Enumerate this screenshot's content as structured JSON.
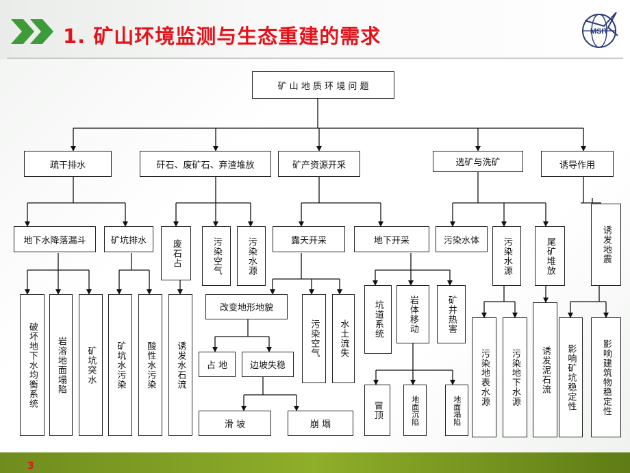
{
  "title": "1. 矿山环境监测与生态重建的需求",
  "logo_text": "MSIT",
  "page_number": "3",
  "colors": {
    "title": "#e4121b",
    "chevron": "#3f9a3a",
    "footer": "#7a9a22"
  },
  "diagram": {
    "root": "矿 山 地 质 环 境 问 题",
    "level1": {
      "drainage": "疏干排水",
      "waste": "矸石、废矿石、弃渣堆放",
      "mining": "矿产资源开采",
      "processing": "选矿与洗矿",
      "induced": "诱导作用"
    },
    "level2": {
      "groundwater_drop": "地下水降落漏斗",
      "pit_drain": "矿坑排水",
      "waste_occupy": "废石占",
      "air_pollution": "污染空气",
      "water_pollution": "污染水源",
      "open_pit": "露天开采",
      "underground": "地下开采",
      "water_body": "污染水体",
      "water_source": "污染水源",
      "tailings": "尾矿堆放",
      "induced_quake": "诱发地震"
    },
    "level3": {
      "destroy_system": "破坏地下水均衡系统",
      "karst": "岩溶地面塌陷",
      "water_inrush": "矿坑突水",
      "pit_water_pollution": "矿坑水污染",
      "acid_water": "酸性水污染",
      "debris_flow": "诱发水石流",
      "landform": "改变地形地貌",
      "open_air": "污染空气",
      "soil_loss": "水土流失",
      "tunnels": "坑道系统",
      "rock_move": "岩体移动",
      "mine_heat": "矿井热害",
      "surface_water": "污染地表水源",
      "ground_water": "污染地下水源",
      "mud_flow": "诱发泥石流",
      "pit_stability": "影响矿坑稳定性",
      "building_stability": "影响建筑物稳定性"
    },
    "level4": {
      "occupy": "占 地",
      "slope": "边坡失稳",
      "roof": "冒顶",
      "subsidence": "地面沉陷",
      "collapse_ground": "地面塌陷"
    },
    "level5": {
      "landslide": "滑 坡",
      "collapse": "崩 塌"
    }
  }
}
